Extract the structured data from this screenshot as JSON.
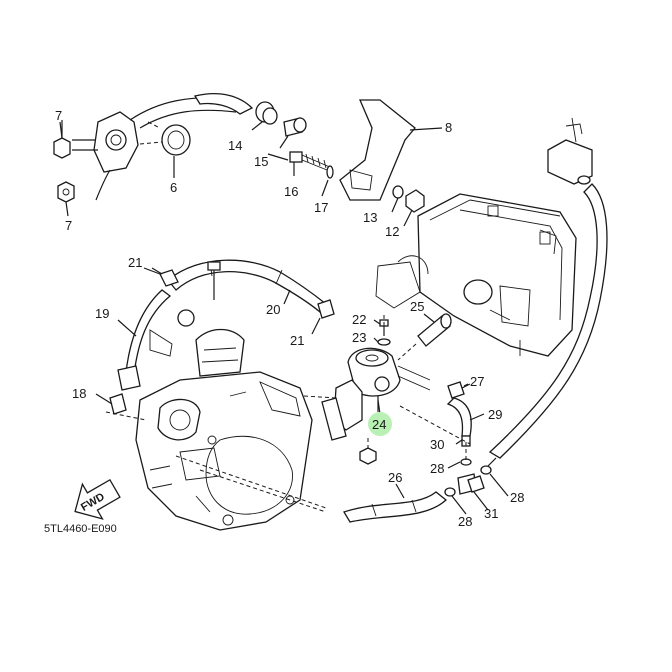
{
  "diagram": {
    "highlight_color": "#b9f0b4",
    "diagram_code": "5TL4460-E090",
    "fwd_label": "FWD",
    "callouts": [
      {
        "id": "c7a",
        "label": "7"
      },
      {
        "id": "c7b",
        "label": "7"
      },
      {
        "id": "c6",
        "label": "6"
      },
      {
        "id": "c14",
        "label": "14"
      },
      {
        "id": "c15",
        "label": "15"
      },
      {
        "id": "c16",
        "label": "16"
      },
      {
        "id": "c17",
        "label": "17"
      },
      {
        "id": "c8",
        "label": "8"
      },
      {
        "id": "c13",
        "label": "13"
      },
      {
        "id": "c12",
        "label": "12"
      },
      {
        "id": "c21a",
        "label": "21"
      },
      {
        "id": "c20",
        "label": "20"
      },
      {
        "id": "c21b",
        "label": "21"
      },
      {
        "id": "c19",
        "label": "19"
      },
      {
        "id": "c18",
        "label": "18"
      },
      {
        "id": "c22",
        "label": "22"
      },
      {
        "id": "c23",
        "label": "23"
      },
      {
        "id": "c25",
        "label": "25"
      },
      {
        "id": "c24",
        "label": "24",
        "highlighted": true
      },
      {
        "id": "c27",
        "label": "27"
      },
      {
        "id": "c29",
        "label": "29"
      },
      {
        "id": "c30",
        "label": "30"
      },
      {
        "id": "c28a",
        "label": "28"
      },
      {
        "id": "c26",
        "label": "26"
      },
      {
        "id": "c28b",
        "label": "28"
      },
      {
        "id": "c31",
        "label": "31"
      },
      {
        "id": "c28c",
        "label": "28"
      }
    ]
  }
}
